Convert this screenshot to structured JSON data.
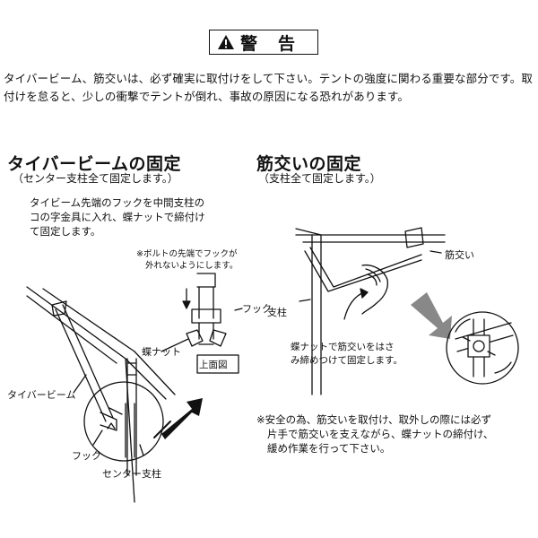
{
  "warning": {
    "title": "警　告"
  },
  "intro": {
    "text": "タイバービーム、筋交いは、必ず確実に取付けをして下さい。テントの強度に関わる重要な部分です。取付けを怠ると、少しの衝撃でテントが倒れ、事故の原因になる恐れがあります。"
  },
  "left_section": {
    "heading": "タイバービームの固定",
    "subheading": "（センター支柱全て固定します。）",
    "instruction_lines": [
      "タイビーム先端のフックを中間支柱の",
      "コの字金具に入れ、蝶ナットで締付け",
      "て固定します。"
    ],
    "note_lines": [
      "※ボルトの先端でフックが",
      "外れないようにします。"
    ],
    "labels": {
      "hook_top": "フック",
      "wing_nut": "蝶ナット",
      "top_view": "上面図",
      "tie_bar_beam": "タイバービーム",
      "hook_bottom": "フック",
      "center_pole": "センター支柱"
    }
  },
  "right_section": {
    "heading": "筋交いの固定",
    "subheading": "（支柱全て固定します。）",
    "labels": {
      "brace": "筋交い",
      "pole": "支柱"
    },
    "wing_nut_note_lines": [
      "蝶ナットで筋交いをはさ",
      "み締めつけて固定します。"
    ],
    "safety_note_lines": [
      "※安全の為、筋交いを取付け、取外しの際には必ず",
      "片手で筋交いを支えながら、蝶ナットの締付け、",
      "緩め作業を行って下さい。"
    ]
  }
}
